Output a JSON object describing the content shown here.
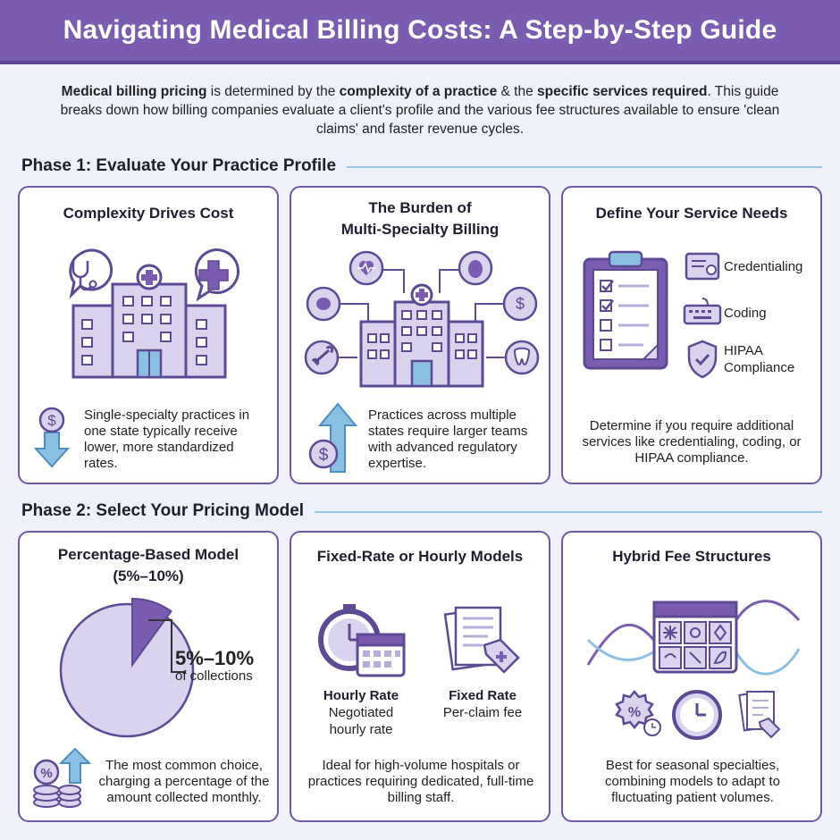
{
  "header": {
    "title": "Navigating Medical Billing Costs: A Step-by-Step Guide"
  },
  "intro": {
    "p1_bold": "Medical billing pricing",
    "p2": " is determined by the ",
    "p3_bold": "complexity of a practice",
    "p4": " & the ",
    "p5_bold": "specific services required",
    "p6": ". This guide breaks down how billing companies evaluate a client's profile and the various fee structures available to ensure 'clean claims' and faster revenue cycles."
  },
  "phase1": {
    "title": "Phase 1: Evaluate Your Practice Profile",
    "card1": {
      "title": "Complexity Drives Cost",
      "text": "Single-specialty practices in one state typically receive lower, more standardized rates."
    },
    "card2": {
      "title_line1": "The Burden of",
      "title_line2": "Multi-Specialty Billing",
      "text": "Practices across multiple states require larger teams with advanced regulatory expertise."
    },
    "card3": {
      "title": "Define Your Service Needs",
      "item1": "Credentialing",
      "item2": "Coding",
      "item3_line1": "HIPAA",
      "item3_line2": "Compliance",
      "text": "Determine if you require additional services like credentialing, coding, or HIPAA compliance."
    }
  },
  "phase2": {
    "title": "Phase 2: Select Your Pricing Model",
    "card1": {
      "title_line1": "Percentage-Based Model",
      "title_line2": "(5%–10%)",
      "pie_label": "5%–10%",
      "pie_sub": "of collections",
      "text": "The most common choice, charging a percentage of the amount collected monthly."
    },
    "card2": {
      "title": "Fixed-Rate or Hourly Models",
      "hourly_title": "Hourly Rate",
      "hourly_desc_line1": "Negotiated",
      "hourly_desc_line2": "hourly rate",
      "fixed_title": "Fixed Rate",
      "fixed_desc": "Per-claim fee",
      "text": "Ideal for high-volume hospitals or practices requiring dedicated, full-time billing staff."
    },
    "card3": {
      "title": "Hybrid Fee Structures",
      "text": "Best for seasonal specialties, combining models to adapt to fluctuating patient volumes."
    }
  },
  "colors": {
    "banner": "#7a5cb0",
    "accent": "#6d58a6",
    "icon_fill": "#d9d3ee",
    "arrow_blue": "#8cc0e3"
  },
  "pie": {
    "slice_fraction": 0.1
  }
}
